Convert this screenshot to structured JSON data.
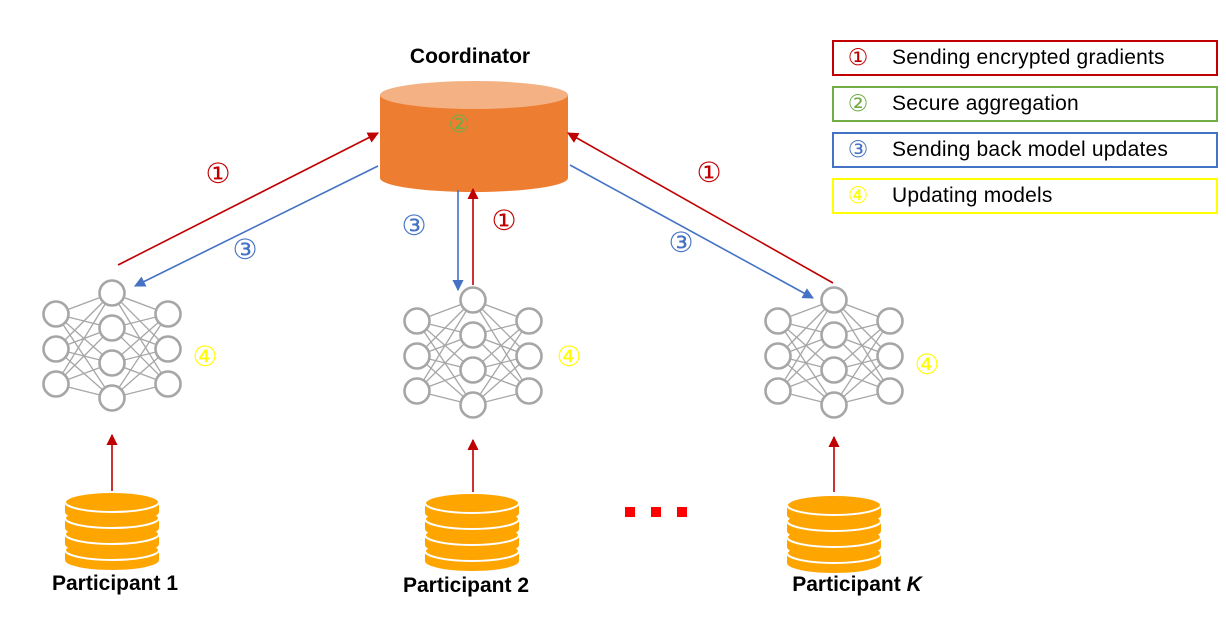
{
  "coordinator": {
    "label": "Coordinator",
    "step": "②"
  },
  "participants": [
    {
      "label": "Participant 1"
    },
    {
      "label": "Participant 2"
    },
    {
      "label_prefix": "Participant ",
      "label_italic": "K"
    }
  ],
  "steps": {
    "send": "①",
    "aggregate": "②",
    "return": "③",
    "update": "④"
  },
  "ellipsis": "...",
  "legend": [
    {
      "num": "①",
      "text": "Sending encrypted gradients",
      "color": "#c00000"
    },
    {
      "num": "②",
      "text": "Secure aggregation",
      "color": "#70ad47"
    },
    {
      "num": "③",
      "text": "Sending back model updates",
      "color": "#4472c4"
    },
    {
      "num": "④",
      "text": "Updating models",
      "color": "#ffff00"
    }
  ],
  "colors": {
    "red": "#c00000",
    "blue": "#4472c4",
    "green": "#70ad47",
    "yellow": "#ffff00",
    "coordinator_body": "#ed7d31",
    "coordinator_top": "#f4b183",
    "database": "#ffa500",
    "network_gray": "#a6a6a6",
    "ellipsis_red": "#ff0000"
  }
}
